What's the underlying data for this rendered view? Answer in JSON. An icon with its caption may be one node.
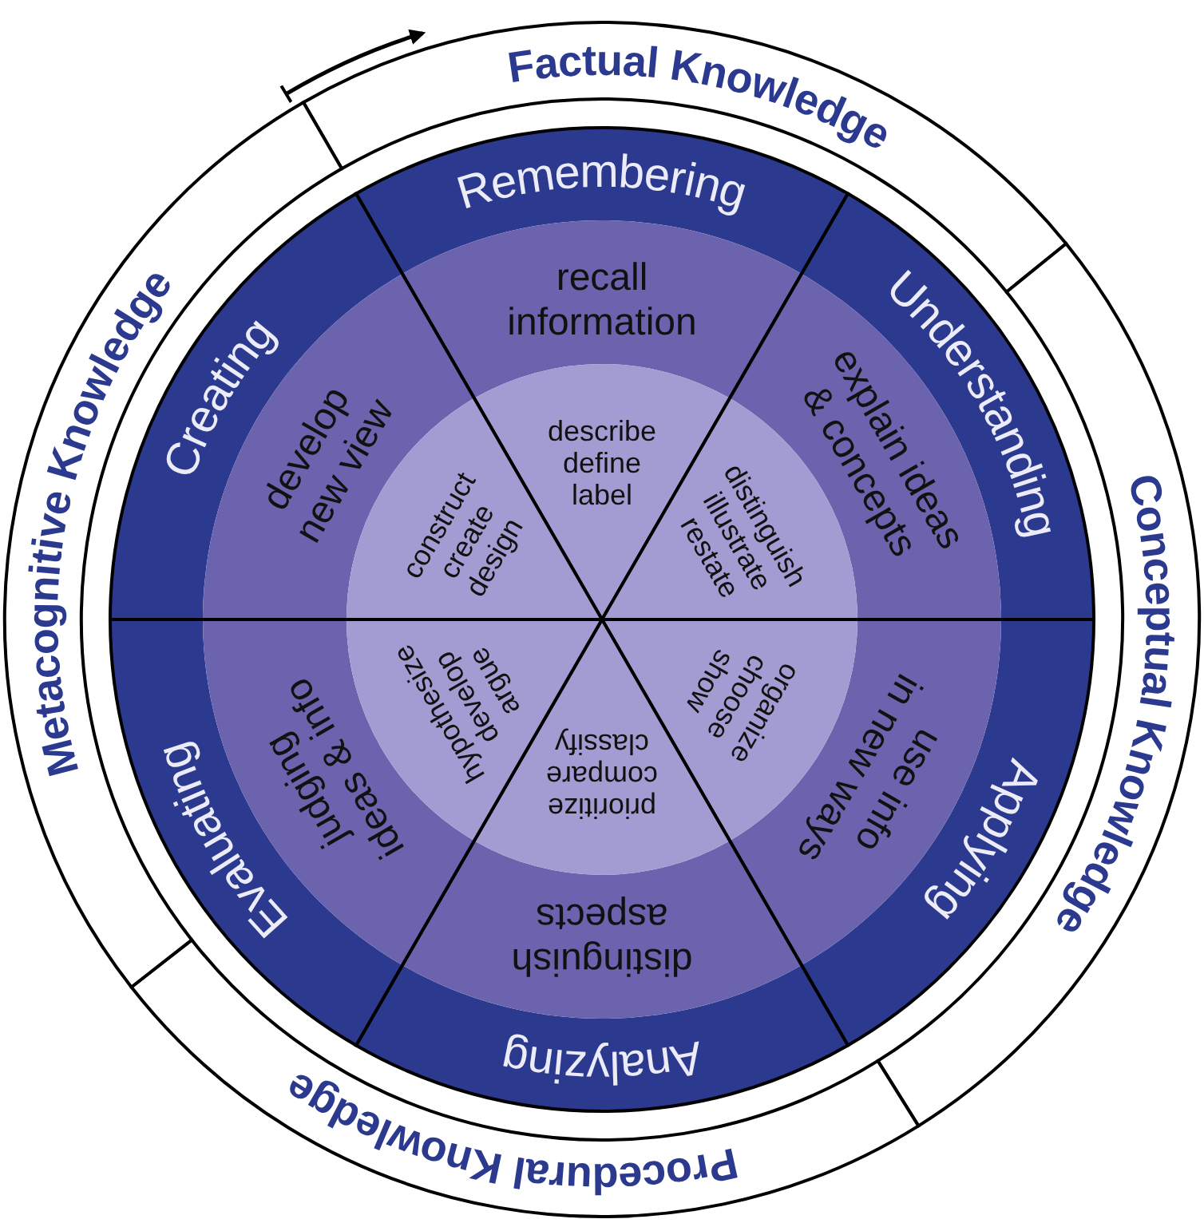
{
  "diagram": {
    "nodes": [
      {
        "text": [
          "Factual Knowledge"
        ]
      },
      {
        "text": [
          "Conceptual Knowledge"
        ]
      },
      {
        "text": [
          "Procedural Knowledge"
        ]
      },
      {
        "text": [
          "Metacognitive Knowledge"
        ]
      },
      {
        "text": [
          "Remembering",
          "recall information",
          "describe define label"
        ]
      },
      {
        "text": [
          "Understanding",
          "explain ideas & concepts",
          "distinguish illustrate restate"
        ]
      },
      {
        "text": [
          "Applying",
          "use info in new ways",
          "organize choose show"
        ]
      },
      {
        "text": [
          "Analyzing",
          "distinguish aspects",
          "prioritize compare classify"
        ]
      },
      {
        "text": [
          "Evaluating",
          "judging ideas & info",
          "hypothesize develop argue"
        ]
      },
      {
        "text": [
          "Creating",
          "develop new view",
          "construct create design"
        ]
      }
    ]
  }
}
